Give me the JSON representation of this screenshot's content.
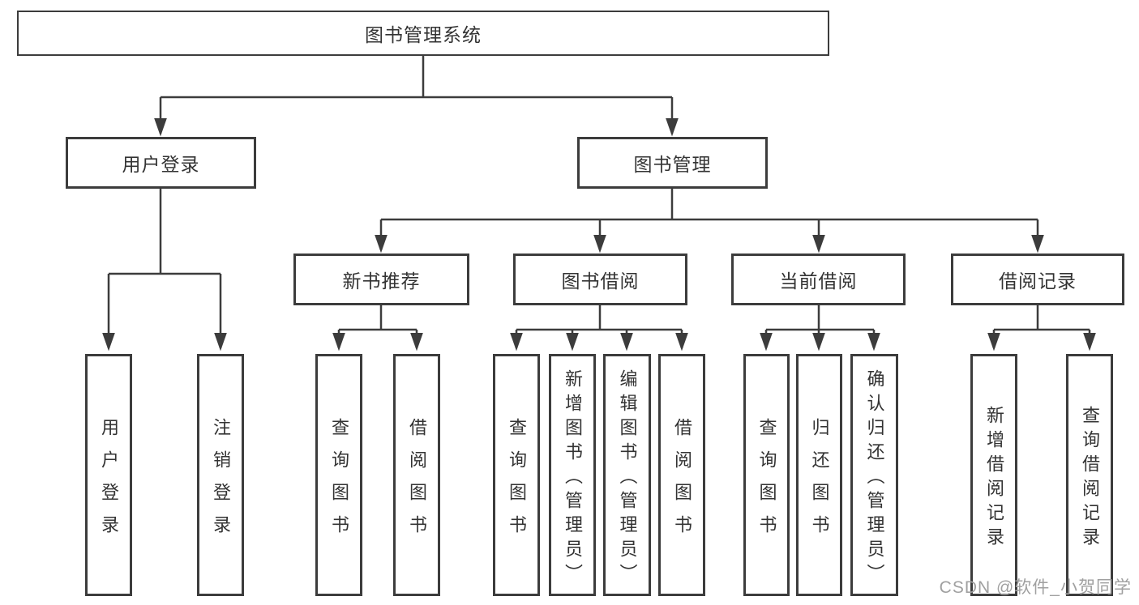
{
  "tree": {
    "label": "图书管理系统",
    "children": [
      {
        "label": "用户登录",
        "children": [
          {
            "label": "用户登录"
          },
          {
            "label": "注销登录"
          }
        ]
      },
      {
        "label": "图书管理",
        "children": [
          {
            "label": "新书推荐",
            "children": [
              {
                "label": "查询图书"
              },
              {
                "label": "借阅图书"
              }
            ]
          },
          {
            "label": "图书借阅",
            "children": [
              {
                "label": "查询图书"
              },
              {
                "label": "新增图书（管理员）"
              },
              {
                "label": "编辑图书（管理员）"
              },
              {
                "label": "借阅图书"
              }
            ]
          },
          {
            "label": "当前借阅",
            "children": [
              {
                "label": "查询图书"
              },
              {
                "label": "归还图书"
              },
              {
                "label": "确认归还（管理员）"
              }
            ]
          },
          {
            "label": "借阅记录",
            "children": [
              {
                "label": "新增借阅记录"
              },
              {
                "label": "查询借阅记录"
              }
            ]
          }
        ]
      }
    ]
  },
  "watermark": {
    "text": "CSDN @软件_小贺同学"
  },
  "colors": {
    "line": "#3c3c3c",
    "text": "#333333",
    "watermark": "#a0a0a0",
    "background": "#ffffff"
  }
}
